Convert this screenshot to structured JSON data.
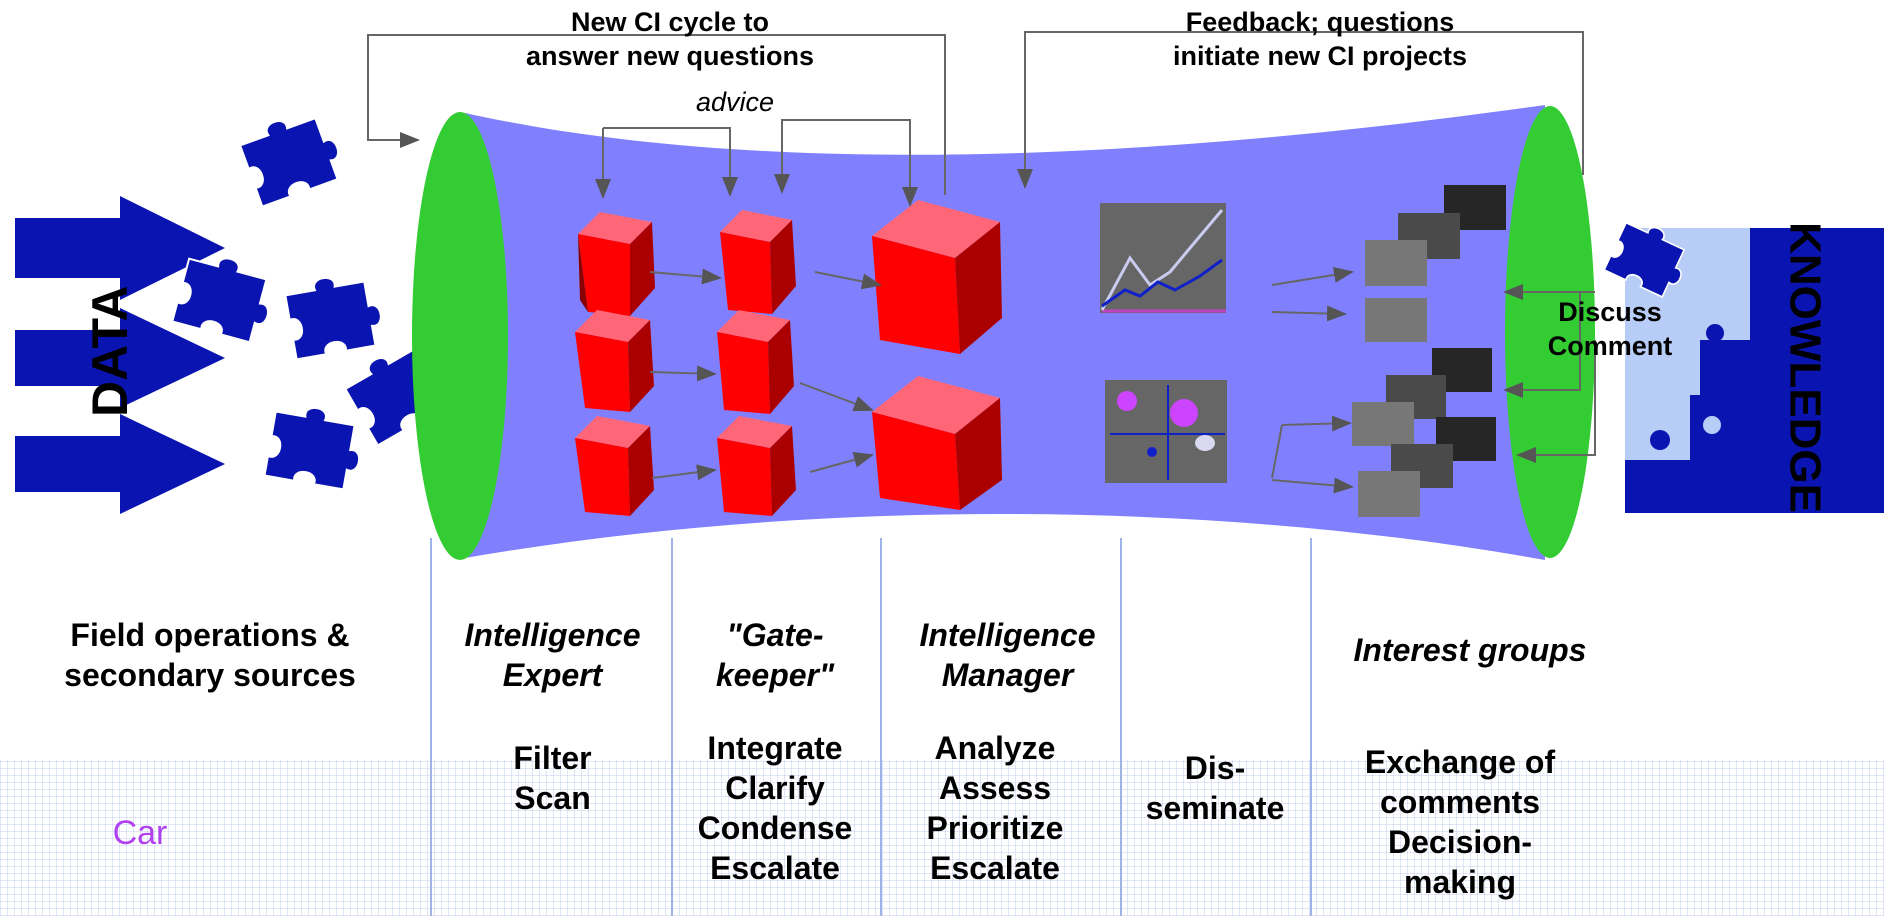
{
  "top_labels": {
    "new_cycle": "New CI cycle to\nanswer new questions",
    "advice": "advice",
    "feedback": "Feedback; questions\ninitiate new CI projects"
  },
  "side_labels": {
    "data": "DATA",
    "knowledge": "KNOWLEDGE",
    "discuss": "Discuss\nComment"
  },
  "columns": [
    {
      "role": "Field operations &\nsecondary sources",
      "tasks": ""
    },
    {
      "role": "Intelligence\nExpert",
      "tasks": "Filter\nScan"
    },
    {
      "role": "\"Gate-\nkeeper\"",
      "tasks": "Integrate\nClarify\nCondense\nEscalate"
    },
    {
      "role": "Intelligence\nManager",
      "tasks": "Analyze\nAssess\nPrioritize\nEscalate"
    },
    {
      "role": "",
      "tasks": "Dis-\nseminate"
    },
    {
      "role": "Interest groups",
      "tasks": "Exchange of\ncomments\nDecision-\nmaking"
    }
  ],
  "extra_text": "Car",
  "colors": {
    "tube": "#8080ff",
    "ring": "#33cc33",
    "cube_front": "#ff0000",
    "cube_top": "#ff6677",
    "cube_side": "#990000",
    "puzzle": "#0a14b0",
    "knowledge_light": "#b8ccf8",
    "knowledge_dark": "#0a14b0",
    "car_text": "#b040f0"
  }
}
